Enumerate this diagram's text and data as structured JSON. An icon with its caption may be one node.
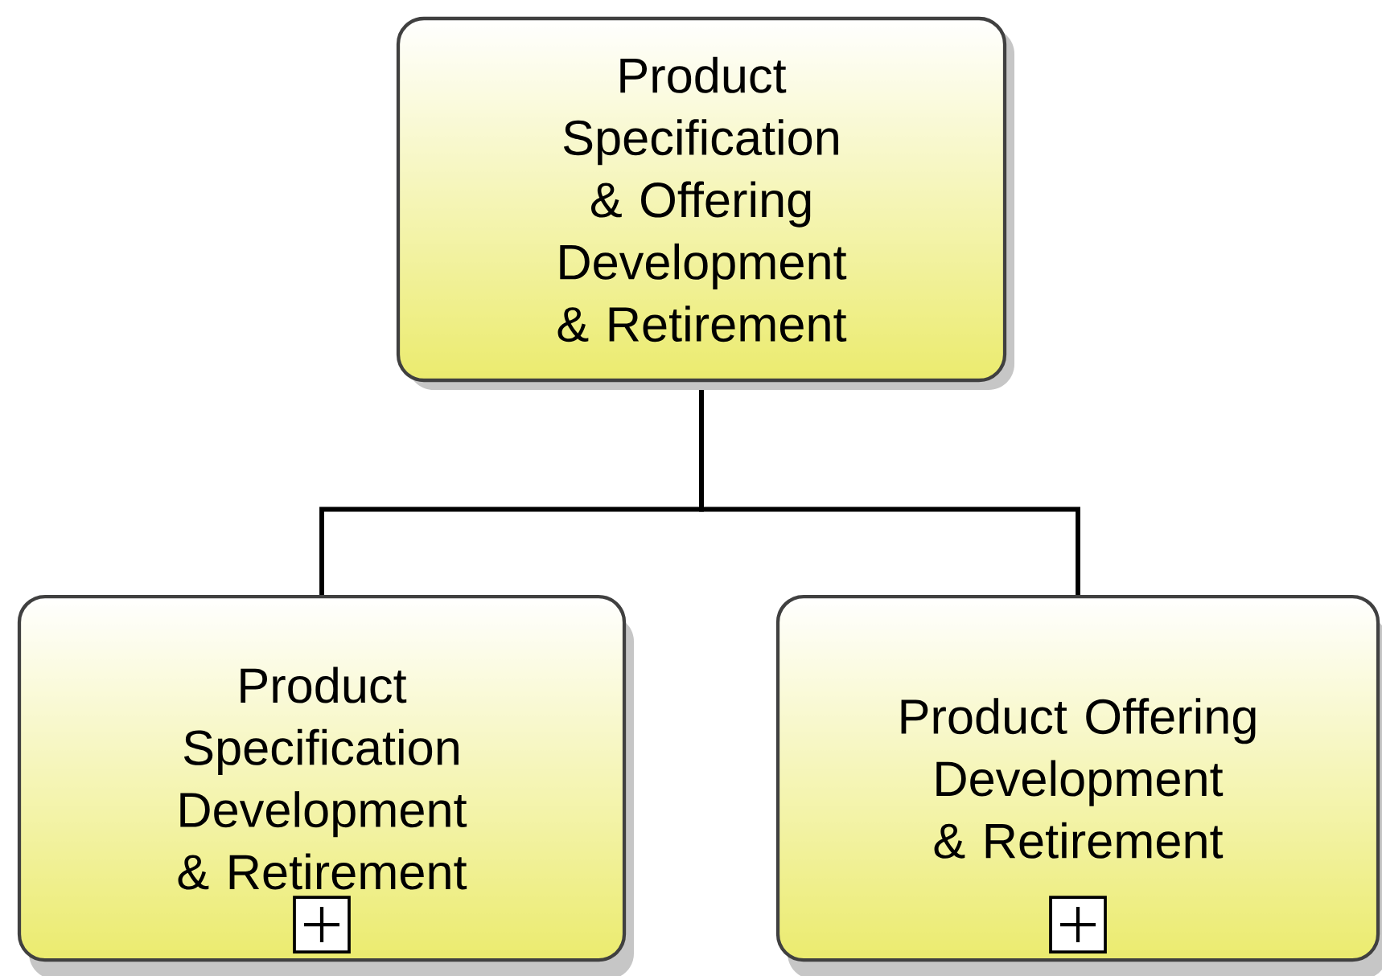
{
  "diagram": {
    "nodes": [
      {
        "text": [
          "Product Specification & Offering Development & Retirement"
        ]
      },
      {
        "text": [
          "Product Specification Development & Retirement"
        ]
      },
      {
        "text": [
          "Product Offering Development & Retirement"
        ]
      }
    ],
    "edges": [
      {
        "from": 0,
        "to": 1,
        "arrow": "none"
      },
      {
        "from": 0,
        "to": 2,
        "arrow": "none"
      }
    ]
  }
}
